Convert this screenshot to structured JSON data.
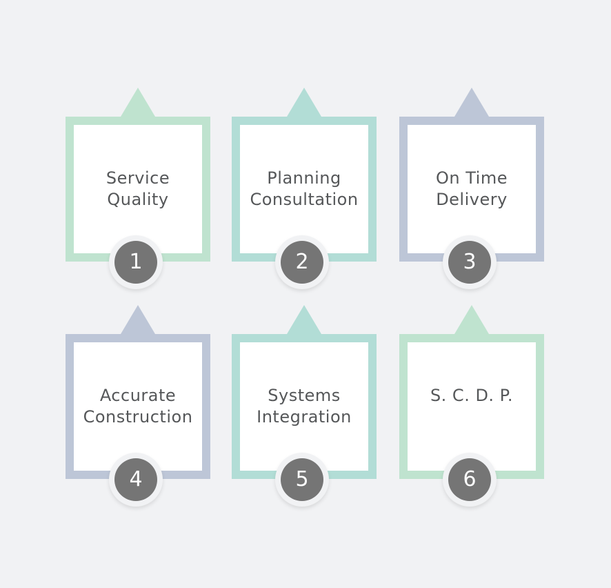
{
  "cards": [
    {
      "number": "1",
      "line1": "Service",
      "line2": "Quality",
      "color": "#bfe3cf"
    },
    {
      "number": "2",
      "line1": "Planning",
      "line2": "Consultation",
      "color": "#b2ddd6"
    },
    {
      "number": "3",
      "line1": "On Time",
      "line2": "Delivery",
      "color": "#bdc6d7"
    },
    {
      "number": "4",
      "line1": "Accurate",
      "line2": "Construction",
      "color": "#bdc6d7"
    },
    {
      "number": "5",
      "line1": "Systems",
      "line2": "Integration",
      "color": "#b2ddd6"
    },
    {
      "number": "6",
      "line1": "S. C. D. P.",
      "line2": "",
      "color": "#bfe3cf"
    }
  ]
}
